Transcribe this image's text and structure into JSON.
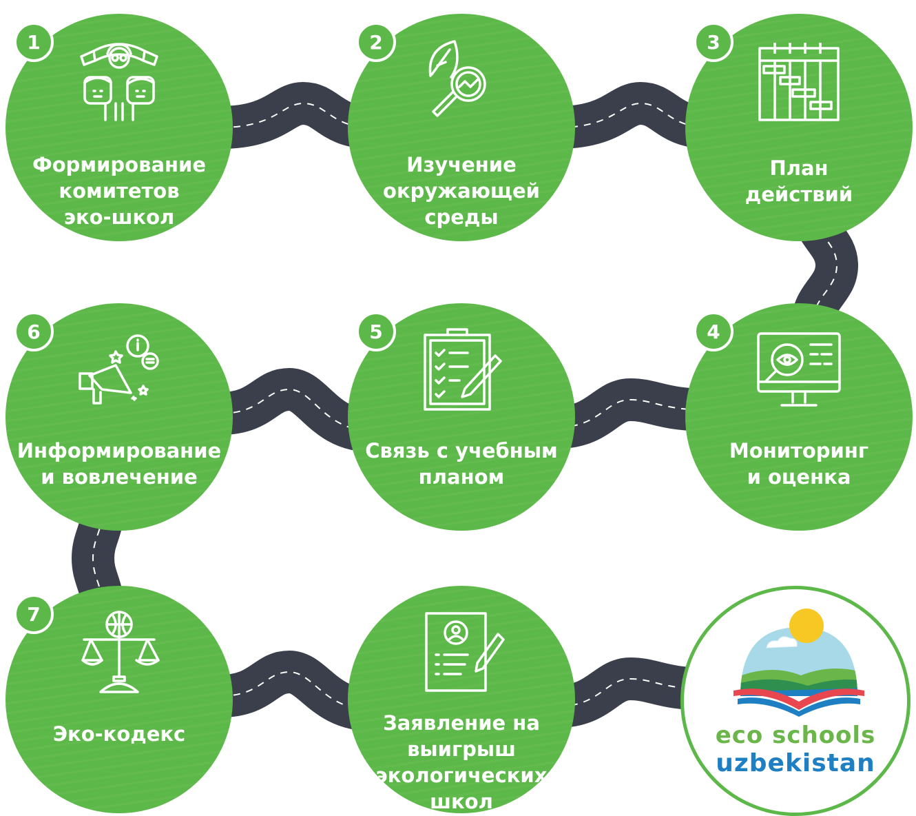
{
  "steps": [
    {
      "number": "1",
      "lines": [
        "Формирование",
        "комитетов",
        "эко-школ"
      ],
      "icon": "committee-people-icon"
    },
    {
      "number": "2",
      "lines": [
        "Изучение",
        "окружающей",
        "среды"
      ],
      "icon": "leaf-magnifier-icon"
    },
    {
      "number": "3",
      "lines": [
        "План",
        "действий"
      ],
      "icon": "gantt-calendar-icon"
    },
    {
      "number": "4",
      "lines": [
        "Мониторинг",
        "и оценка"
      ],
      "icon": "monitor-eye-icon"
    },
    {
      "number": "5",
      "lines": [
        "Связь с учебным",
        "планом"
      ],
      "icon": "clipboard-checklist-icon"
    },
    {
      "number": "6",
      "lines": [
        "Информирование",
        "и вовлечение"
      ],
      "icon": "megaphone-info-icon"
    },
    {
      "number": "7",
      "lines": [
        "Эко-кодекс"
      ],
      "icon": "scales-globe-icon"
    },
    {
      "number": "",
      "lines": [
        "Заявление на",
        "выигрыш",
        "экологических",
        "школ"
      ],
      "icon": "application-document-icon"
    }
  ],
  "logo": {
    "line1": "eco schools",
    "line2": "uzbekistan",
    "icon": "eco-schools-logo-icon"
  },
  "colors": {
    "circle_green": "#5cb848",
    "road": "#3a3f4b",
    "road_dash": "#ffffff",
    "logo_blue": "#1f7fc3",
    "logo_green": "#6ab64a",
    "logo_orange": "#f39a2c",
    "logo_yellow": "#f7c823"
  }
}
